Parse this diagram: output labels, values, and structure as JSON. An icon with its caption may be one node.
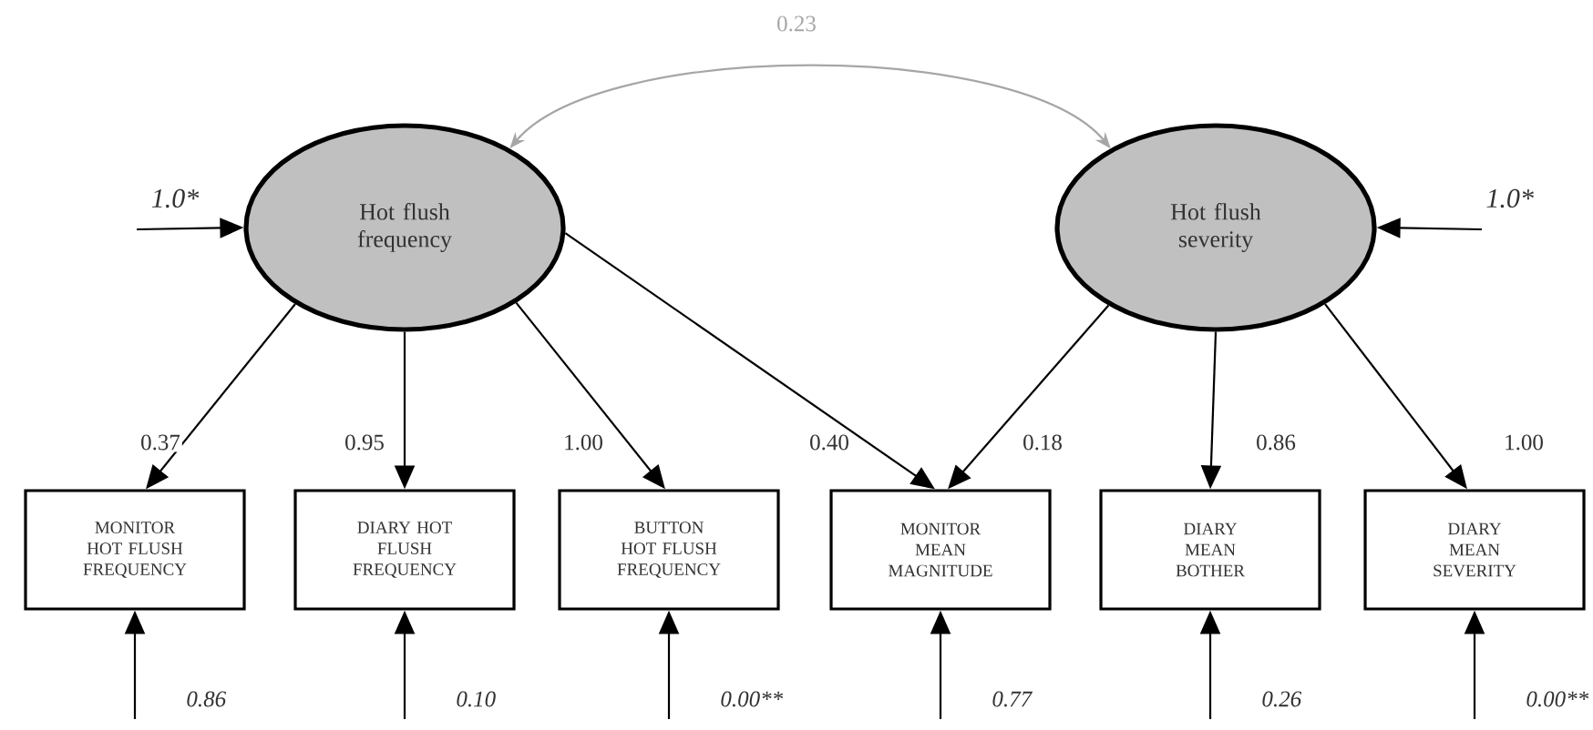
{
  "diagram": {
    "nodes": [
      {
        "text": [
          "Hot flush frequency"
        ]
      },
      {
        "text": [
          "Hot flush severity"
        ]
      },
      {
        "text": [
          "MONITOR HOT FLUSH FREQUENCY"
        ]
      },
      {
        "text": [
          "DIARY HOT FLUSH FREQUENCY"
        ]
      },
      {
        "text": [
          "BUTTON HOT FLUSH FREQUENCY"
        ]
      },
      {
        "text": [
          "MONITOR MEAN MAGNITUDE"
        ]
      },
      {
        "text": [
          "DIARY MEAN BOTHER"
        ]
      },
      {
        "text": [
          "DIARY MEAN SEVERITY"
        ]
      }
    ],
    "edges": [
      {
        "from": 0,
        "to": 2,
        "arrow": "to",
        "label": "0.37"
      },
      {
        "from": 0,
        "to": 3,
        "arrow": "to",
        "label": "0.95"
      },
      {
        "from": 0,
        "to": 4,
        "arrow": "to",
        "label": "1.00"
      },
      {
        "from": 0,
        "to": 5,
        "arrow": "to",
        "label": "0.40"
      },
      {
        "from": 1,
        "to": 5,
        "arrow": "to",
        "label": "0.18"
      },
      {
        "from": 1,
        "to": 6,
        "arrow": "to",
        "label": "0.86"
      },
      {
        "from": 1,
        "to": 7,
        "arrow": "to",
        "label": "1.00"
      },
      {
        "from": 0,
        "to": 1,
        "arrow": "both",
        "label": "0.23",
        "color": "#a6a6a6"
      },
      {
        "from": null,
        "to": 0,
        "arrow": "to",
        "label": "1.0*"
      },
      {
        "from": null,
        "to": 1,
        "arrow": "to",
        "label": "1.0*"
      },
      {
        "from": null,
        "to": 2,
        "arrow": "to",
        "label": "0.86"
      },
      {
        "from": null,
        "to": 3,
        "arrow": "to",
        "label": "0.10"
      },
      {
        "from": null,
        "to": 4,
        "arrow": "to",
        "label": "0.00**"
      },
      {
        "from": null,
        "to": 5,
        "arrow": "to",
        "label": "0.77"
      },
      {
        "from": null,
        "to": 6,
        "arrow": "to",
        "label": "0.26"
      },
      {
        "from": null,
        "to": 7,
        "arrow": "to",
        "label": "0.00**"
      }
    ]
  }
}
